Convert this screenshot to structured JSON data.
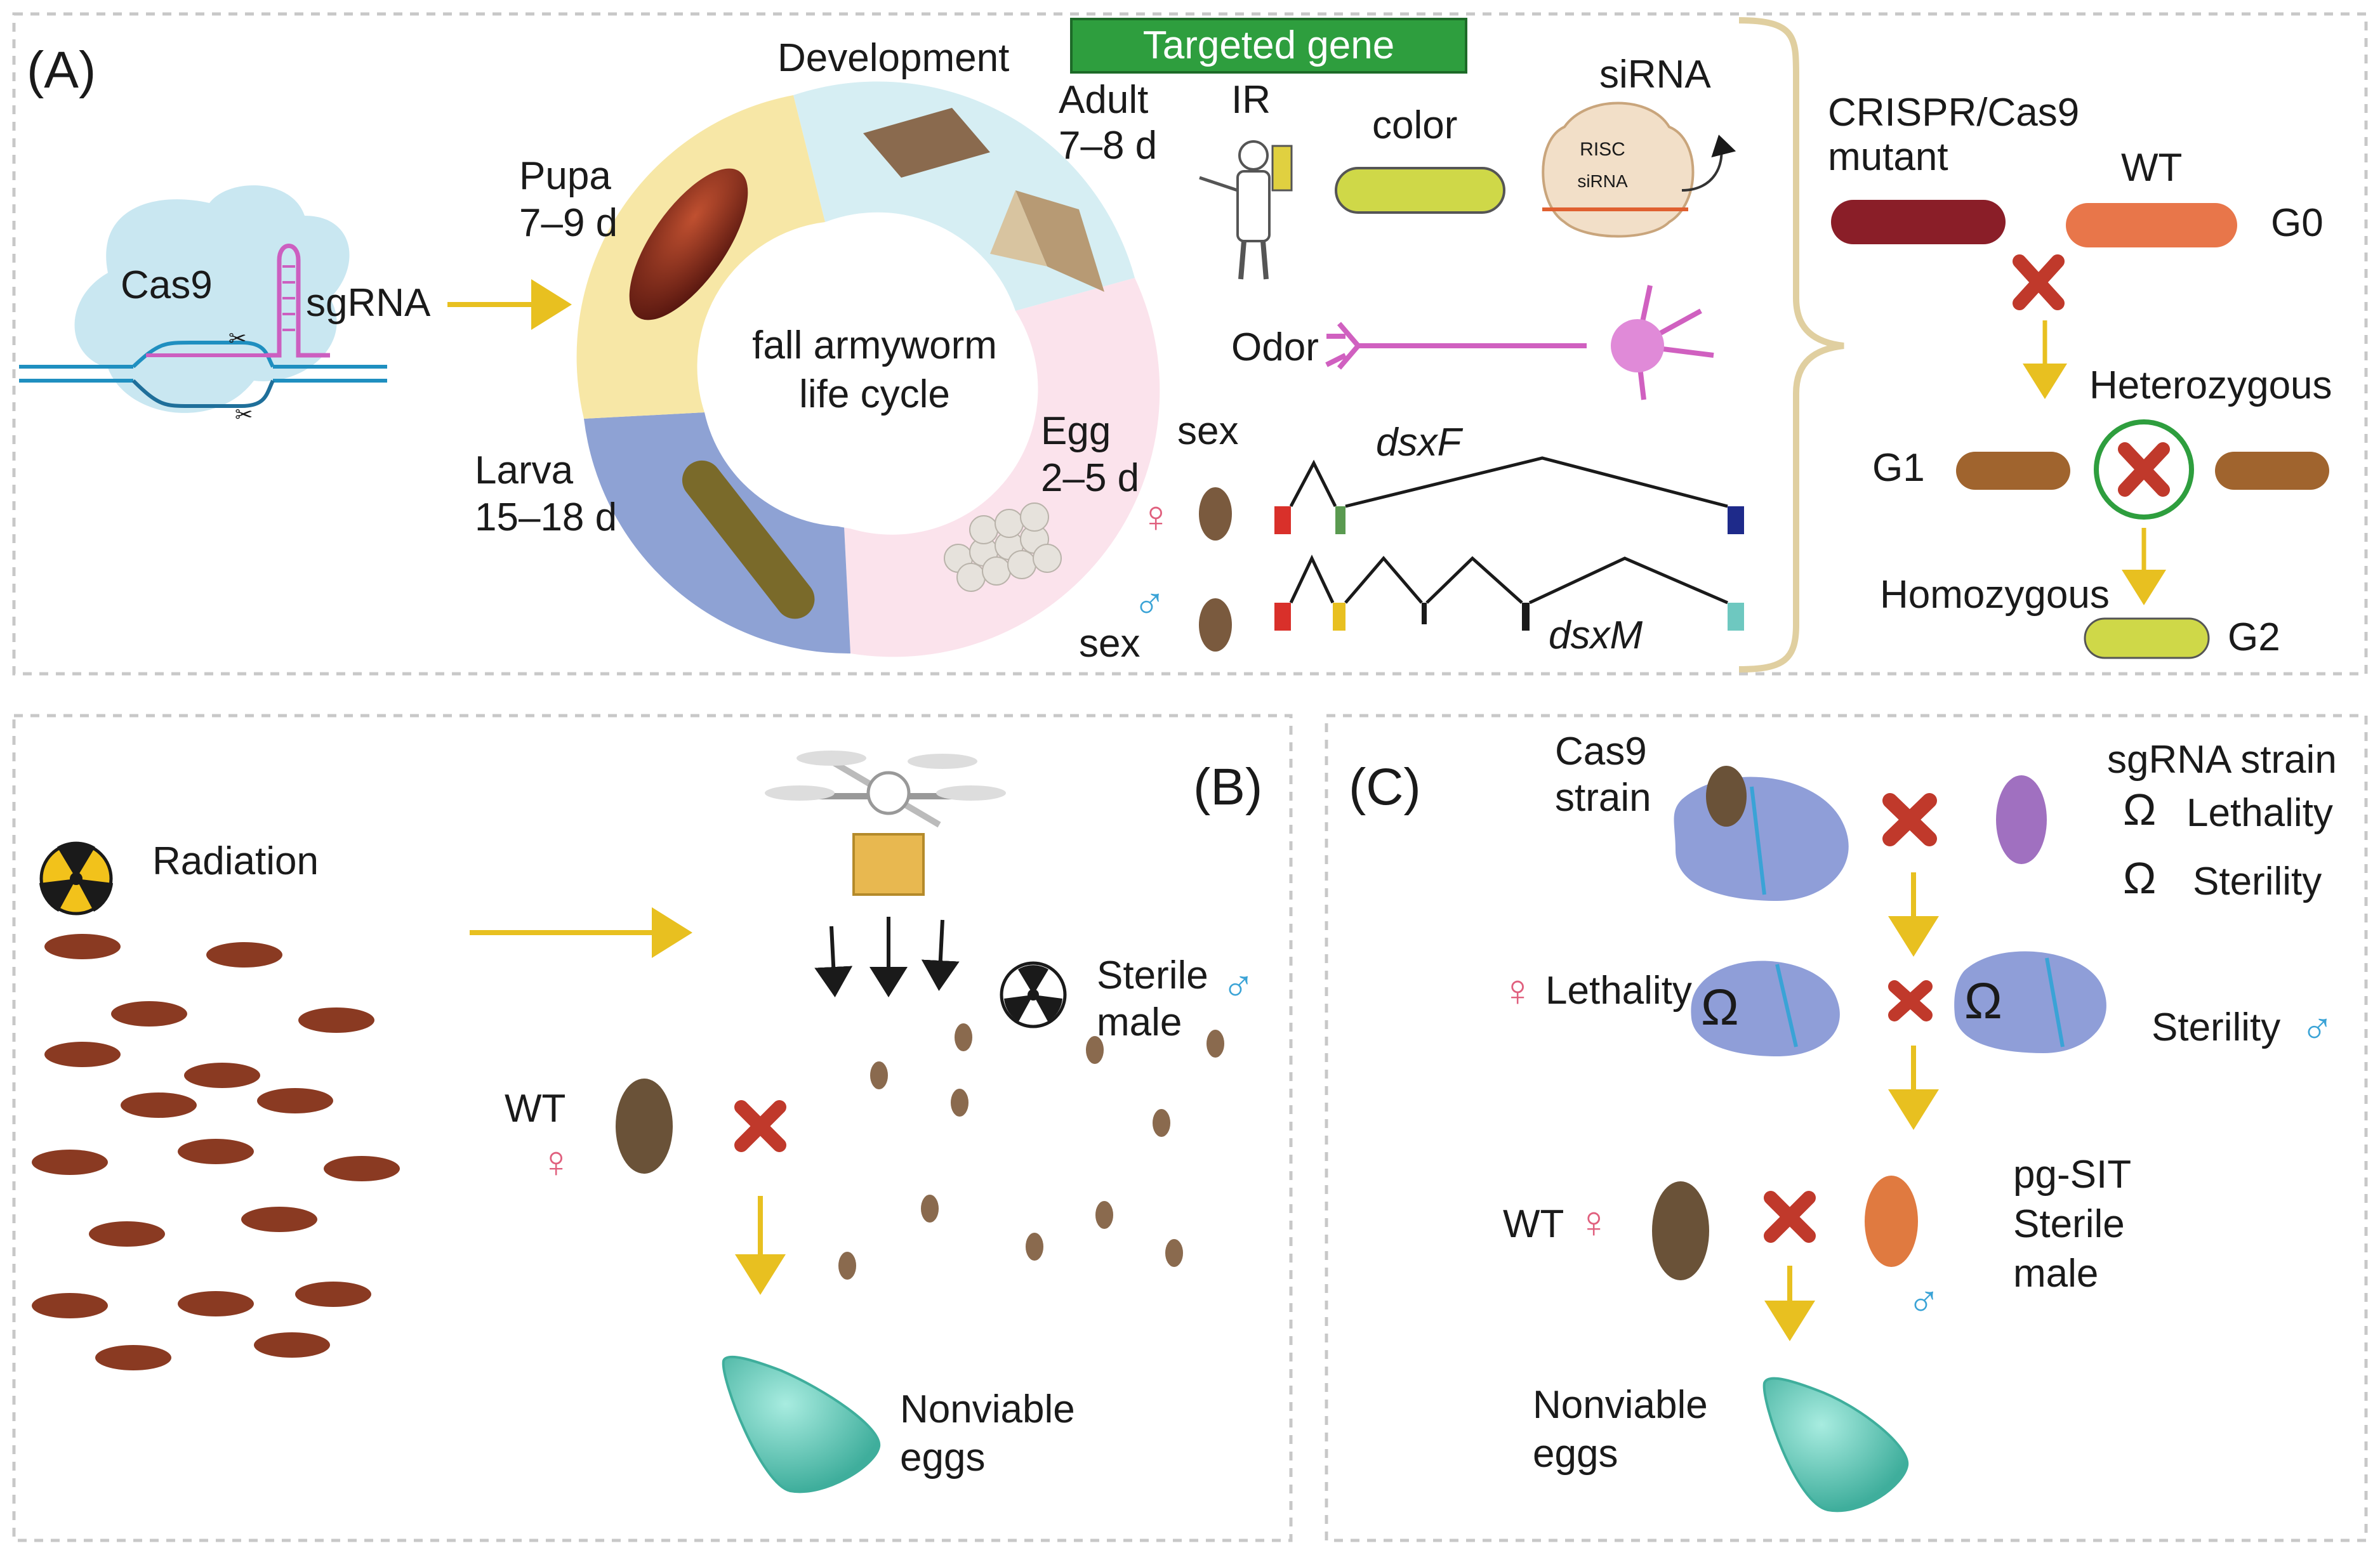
{
  "panel_a": {
    "label": "(A)",
    "cas9": "Cas9",
    "sgrna": "sgRNA",
    "development": "Development",
    "cycle_line1": "fall armyworm",
    "cycle_line2": "life cycle",
    "pupa": "Pupa",
    "pupa_days": "7–9 d",
    "adult": "Adult",
    "adult_days": "7–8 d",
    "larva": "Larva",
    "larva_days": "15–18 d",
    "egg": "Egg",
    "egg_days": "2–5 d",
    "targeted_gene": "Targeted gene",
    "ir": "IR",
    "color": "color",
    "sirna": "siRNA",
    "risc": "RISC",
    "sirna_small": "siRNA",
    "odor": "Odor",
    "sex_female": "sex",
    "sex_male": "sex",
    "female_symbol": "♀",
    "male_symbol": "♂",
    "dsxf": "dsxF",
    "dsxm": "dsxM",
    "crispr_line1": "CRISPR/Cas9",
    "crispr_line2": "mutant",
    "wt": "WT",
    "g0": "G0",
    "heterozygous": "Heterozygous",
    "g1": "G1",
    "homozygous": "Homozygous",
    "g2": "G2"
  },
  "panel_b": {
    "label": "(B)",
    "radiation": "Radiation",
    "sterile_line1": "Sterile",
    "sterile_line2": "male",
    "male_symbol": "♂",
    "wt": "WT",
    "female_symbol": "♀",
    "nonviable_line1": "Nonviable",
    "nonviable_line2": "eggs"
  },
  "panel_c": {
    "label": "(C)",
    "cas9_line1": "Cas9",
    "cas9_line2": "strain",
    "sgrna_strain": "sgRNA strain",
    "lethality": "Lethality",
    "sterility": "Sterility",
    "female_lethality": "Lethality",
    "female_symbol": "♀",
    "male_sterility": "Sterility",
    "male_symbol": "♂",
    "wt": "WT",
    "wt_female_symbol": "♀",
    "pgsit_line1": "pg-SIT",
    "pgsit_line2": "Sterile",
    "pgsit_line3": "male",
    "pgsit_male_symbol": "♂",
    "nonviable_line1": "Nonviable",
    "nonviable_line2": "eggs"
  },
  "colors": {
    "arrow_yellow": "#e8c020",
    "cross_red": "#c0392b",
    "gene_green": "#2e9e3e",
    "pupa_stage": "#f7e7a6",
    "adult_stage": "#d6eef3",
    "egg_stage": "#fbe3ec",
    "larva_stage": "#8ea2d4",
    "egg_teal": "#5fc9b8",
    "frame_gray": "#c8c8c8"
  }
}
